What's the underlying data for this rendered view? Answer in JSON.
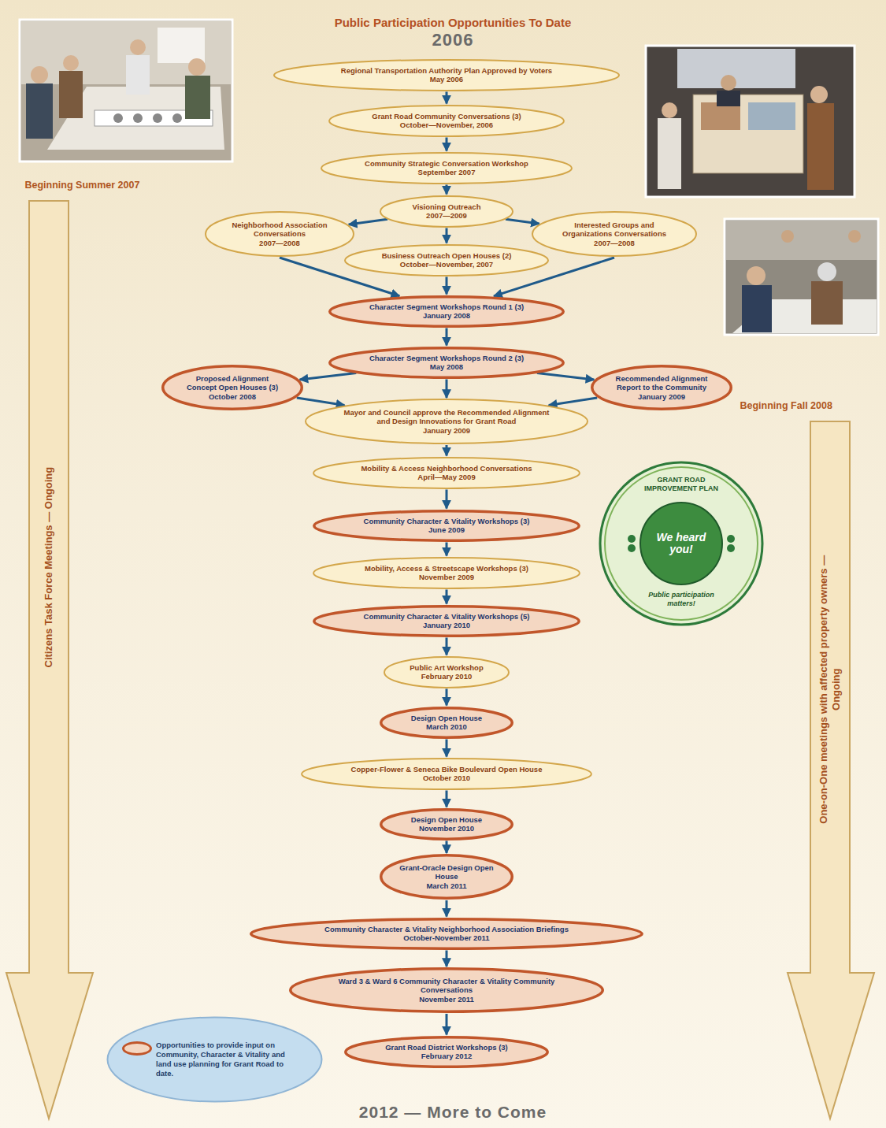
{
  "diagram": {
    "title": "Public Participation Opportunities To Date",
    "nodes": [
      {
        "text": [
          "Regional Transportation Authority Plan Approved by Voters",
          "May 2006"
        ]
      },
      {
        "text": [
          "Grant Road Community Conversations (3)",
          "October—November, 2006"
        ]
      },
      {
        "text": [
          "Community Strategic Conversation Workshop",
          "September 2007"
        ]
      },
      {
        "text": [
          "Visioning Outreach",
          "2007—2009"
        ]
      },
      {
        "text": [
          "Neighborhood Association Conversations",
          "2007—2008"
        ]
      },
      {
        "text": [
          "Interested Groups and Organizations Conversations",
          "2007—2008"
        ]
      },
      {
        "text": [
          "Business Outreach Open Houses (2)",
          "October—November, 2007"
        ]
      },
      {
        "text": [
          "Character Segment Workshops Round 1 (3)",
          "January 2008"
        ]
      },
      {
        "text": [
          "Character Segment Workshops Round 2 (3)",
          "May 2008"
        ]
      },
      {
        "text": [
          "Proposed Alignment Concept Open Houses (3)",
          "October 2008"
        ]
      },
      {
        "text": [
          "Recommended Alignment Report to the Community",
          "January 2009"
        ]
      },
      {
        "text": [
          "Mayor and Council approve the Recommended Alignment and Design Innovations for Grant Road",
          "January 2009"
        ]
      },
      {
        "text": [
          "Mobility & Access Neighborhood Conversations",
          "April—May 2009"
        ]
      },
      {
        "text": [
          "Community Character & Vitality Workshops (3)",
          "June 2009"
        ]
      },
      {
        "text": [
          "Mobility, Access & Streetscape Workshops (3)",
          "November 2009"
        ]
      },
      {
        "text": [
          "Community Character & Vitality Workshops (5)",
          "January 2010"
        ]
      },
      {
        "text": [
          "Public Art Workshop",
          "February 2010"
        ]
      },
      {
        "text": [
          "Design Open House",
          "March 2010"
        ]
      },
      {
        "text": [
          "Copper-Flower & Seneca Bike Boulevard Open House",
          "October 2010"
        ]
      },
      {
        "text": [
          "Design Open House",
          "November 2010"
        ]
      },
      {
        "text": [
          "Grant-Oracle Design Open House",
          "March 2011"
        ]
      },
      {
        "text": [
          "Community Character & Vitality Neighborhood Association Briefings",
          "October-November 2011"
        ]
      },
      {
        "text": [
          "Ward 3 & Ward 6 Community Character & Vitality Community Conversations",
          "November 2011"
        ]
      },
      {
        "text": [
          "Grant Road District Workshops (3)",
          "February 2012"
        ]
      },
      {
        "text": [
          "GRANT ROAD IMPROVEMENT PLAN",
          "We heard you!",
          "Public participation matters!"
        ]
      },
      {
        "text": [
          "Beginning Summer 2007",
          "Citizens Task Force Meetings — Ongoing"
        ]
      },
      {
        "text": [
          "Beginning Fall 2008",
          "One-on-One meetings with affected property owners — Ongoing"
        ]
      }
    ],
    "edges": [
      {
        "from": 0,
        "to": 1,
        "arrow": "to"
      },
      {
        "from": 1,
        "to": 2,
        "arrow": "to"
      },
      {
        "from": 2,
        "to": 3,
        "arrow": "to"
      },
      {
        "from": 3,
        "to": 4,
        "arrow": "to"
      },
      {
        "from": 3,
        "to": 5,
        "arrow": "to"
      },
      {
        "from": 3,
        "to": 6,
        "arrow": "to"
      },
      {
        "from": 4,
        "to": 7,
        "arrow": "to"
      },
      {
        "from": 5,
        "to": 7,
        "arrow": "to"
      },
      {
        "from": 6,
        "to": 7,
        "arrow": "to"
      },
      {
        "from": 7,
        "to": 8,
        "arrow": "to"
      },
      {
        "from": 8,
        "to": 9,
        "arrow": "to"
      },
      {
        "from": 8,
        "to": 10,
        "arrow": "to"
      },
      {
        "from": 8,
        "to": 11,
        "arrow": "to"
      },
      {
        "from": 9,
        "to": 11,
        "arrow": "to"
      },
      {
        "from": 10,
        "to": 11,
        "arrow": "to"
      },
      {
        "from": 11,
        "to": 12,
        "arrow": "to"
      },
      {
        "from": 12,
        "to": 13,
        "arrow": "to"
      },
      {
        "from": 13,
        "to": 14,
        "arrow": "to"
      },
      {
        "from": 14,
        "to": 15,
        "arrow": "to"
      },
      {
        "from": 15,
        "to": 16,
        "arrow": "to"
      },
      {
        "from": 16,
        "to": 17,
        "arrow": "to"
      },
      {
        "from": 17,
        "to": 18,
        "arrow": "to"
      },
      {
        "from": 18,
        "to": 19,
        "arrow": "to"
      },
      {
        "from": 19,
        "to": 20,
        "arrow": "to"
      },
      {
        "from": 20,
        "to": 21,
        "arrow": "to"
      },
      {
        "from": 21,
        "to": 22,
        "arrow": "to"
      },
      {
        "from": 22,
        "to": 23,
        "arrow": "to"
      }
    ],
    "labels": [
      "2006",
      "2012 — More to Come"
    ],
    "legend": [
      {
        "text": "Opportunities to provide input on Community, Character & Vitality and land use planning for Grant Road to date.",
        "color": "#c1562a"
      }
    ]
  }
}
